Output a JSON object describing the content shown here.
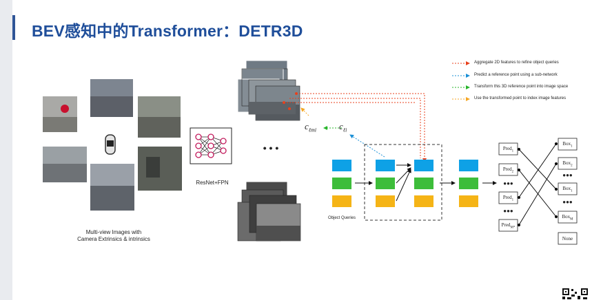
{
  "slide": {
    "title": "BEV感知中的Transformer：DETR3D"
  },
  "legend": [
    {
      "text": "Aggregate 2D features to refine object queries",
      "color": "#e8401c"
    },
    {
      "text": "Predict a reference point using a sub-network",
      "color": "#1a8fd6"
    },
    {
      "text": "Transform this 3D reference point into image space",
      "color": "#27b52a"
    },
    {
      "text": "Use the transformed point to index image features",
      "color": "#f5a623"
    }
  ],
  "labels": {
    "multiview": "Multi-view Images with Camera Extrinsics & intrinsics",
    "backbone": "ResNet+FPN",
    "queries": "Object Queries",
    "dots": "• • •"
  },
  "math": {
    "c_lmi": "c",
    "c_lmi_sub": "ℓmi",
    "c_li": "c",
    "c_li_sub": "ℓi"
  },
  "predictions": {
    "pred_items": [
      {
        "main": "Pred",
        "sub": "1"
      },
      {
        "main": "Pred",
        "sub": "2"
      },
      {
        "main": "Pred",
        "sub": "1"
      },
      {
        "main": "Pred",
        "sub": "M*"
      }
    ],
    "box_items": [
      {
        "main": "Box",
        "sub": "1"
      },
      {
        "main": "Box",
        "sub": "2"
      },
      {
        "main": "Box",
        "sub": "1"
      },
      {
        "main": "Box",
        "sub": "M"
      }
    ],
    "none_label": "None",
    "ellipsis": "●●●"
  },
  "colors": {
    "title": "#1f4e9a",
    "query_blue": "#0ea1e6",
    "query_green": "#3dbd3a",
    "query_orange": "#f5b416",
    "accent_bar": "#2f5597"
  }
}
